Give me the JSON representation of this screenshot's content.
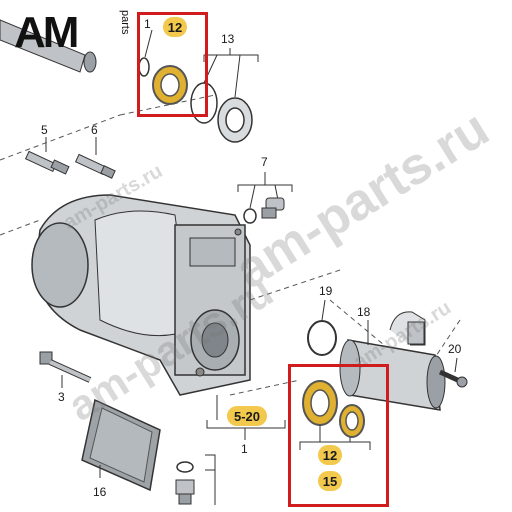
{
  "logo": {
    "main": "AM",
    "sub": "parts"
  },
  "watermarks": [
    "am-parts.ru",
    "am-parts.ru",
    "am-parts.ru",
    "am-parts.ru"
  ],
  "callouts": {
    "c1_top": "1",
    "c13": "13",
    "c5": "5",
    "c6": "6",
    "c7": "7",
    "c19": "19",
    "c18": "18",
    "c20": "20",
    "c3": "3",
    "c1_bottom": "1",
    "c16": "16"
  },
  "badges": {
    "top_12": "12",
    "range_5_20": "5-20",
    "bottom_12": "12",
    "bottom_15": "15"
  },
  "colors": {
    "highlight": "#d01c1c",
    "badge": "#f2c94c",
    "ring_gold": "#e0b030"
  }
}
